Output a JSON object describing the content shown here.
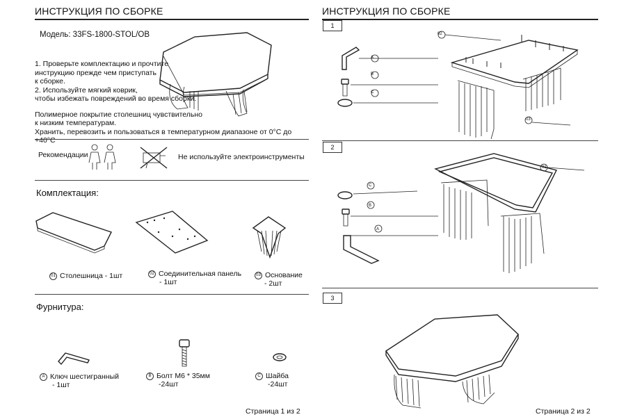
{
  "left": {
    "title": "ИНСТРУКЦИЯ ПО СБОРКЕ",
    "model": "Модель: 33FS-1800-STOL/OB",
    "notes": [
      "1. Проверьте комплектацию и прочтите",
      "инструкцию прежде чем приступать",
      "к сборке.",
      "2. Используйте мягкий коврик,",
      "чтобы избежать повреждений во время сборки.",
      "",
      "Полимерное покрытие столешниц чувствительно",
      "к низким температурам.",
      "Хранить, перевозить и пользоваться в температурном диапазоне от 0°С до +40°С"
    ],
    "recommend_label": "Рекомендации",
    "no_power_tools": "Не используйте электроинструменты",
    "kit_title": "Комплектация:",
    "kit": [
      {
        "num": "01",
        "label": "Столешница - 1шт"
      },
      {
        "num": "02",
        "label": "Соединительная панель",
        "label2": "- 1шт"
      },
      {
        "num": "03",
        "label": "Основание",
        "label2": "- 2шт"
      }
    ],
    "hardware_title": "Фурнитура:",
    "hardware": [
      {
        "letter": "A",
        "label": "Ключ шестигранный",
        "label2": "- 1шт"
      },
      {
        "letter": "B",
        "label": "Болт М6 * 35мм",
        "label2": "-24шт"
      },
      {
        "letter": "C",
        "label": "Шайба",
        "label2": "-24шт"
      }
    ],
    "page": "Страница 1 из 2"
  },
  "right": {
    "title": "ИНСТРУКЦИЯ ПО СБОРКЕ",
    "steps": [
      "1",
      "2",
      "3"
    ],
    "step1_labels": {
      "a": "A",
      "b": "B",
      "c": "C",
      "part": "02",
      "base": "03"
    },
    "step2_labels": {
      "a": "A",
      "b": "B",
      "c": "C",
      "part": "01"
    },
    "page": "Страница 2 из 2"
  }
}
